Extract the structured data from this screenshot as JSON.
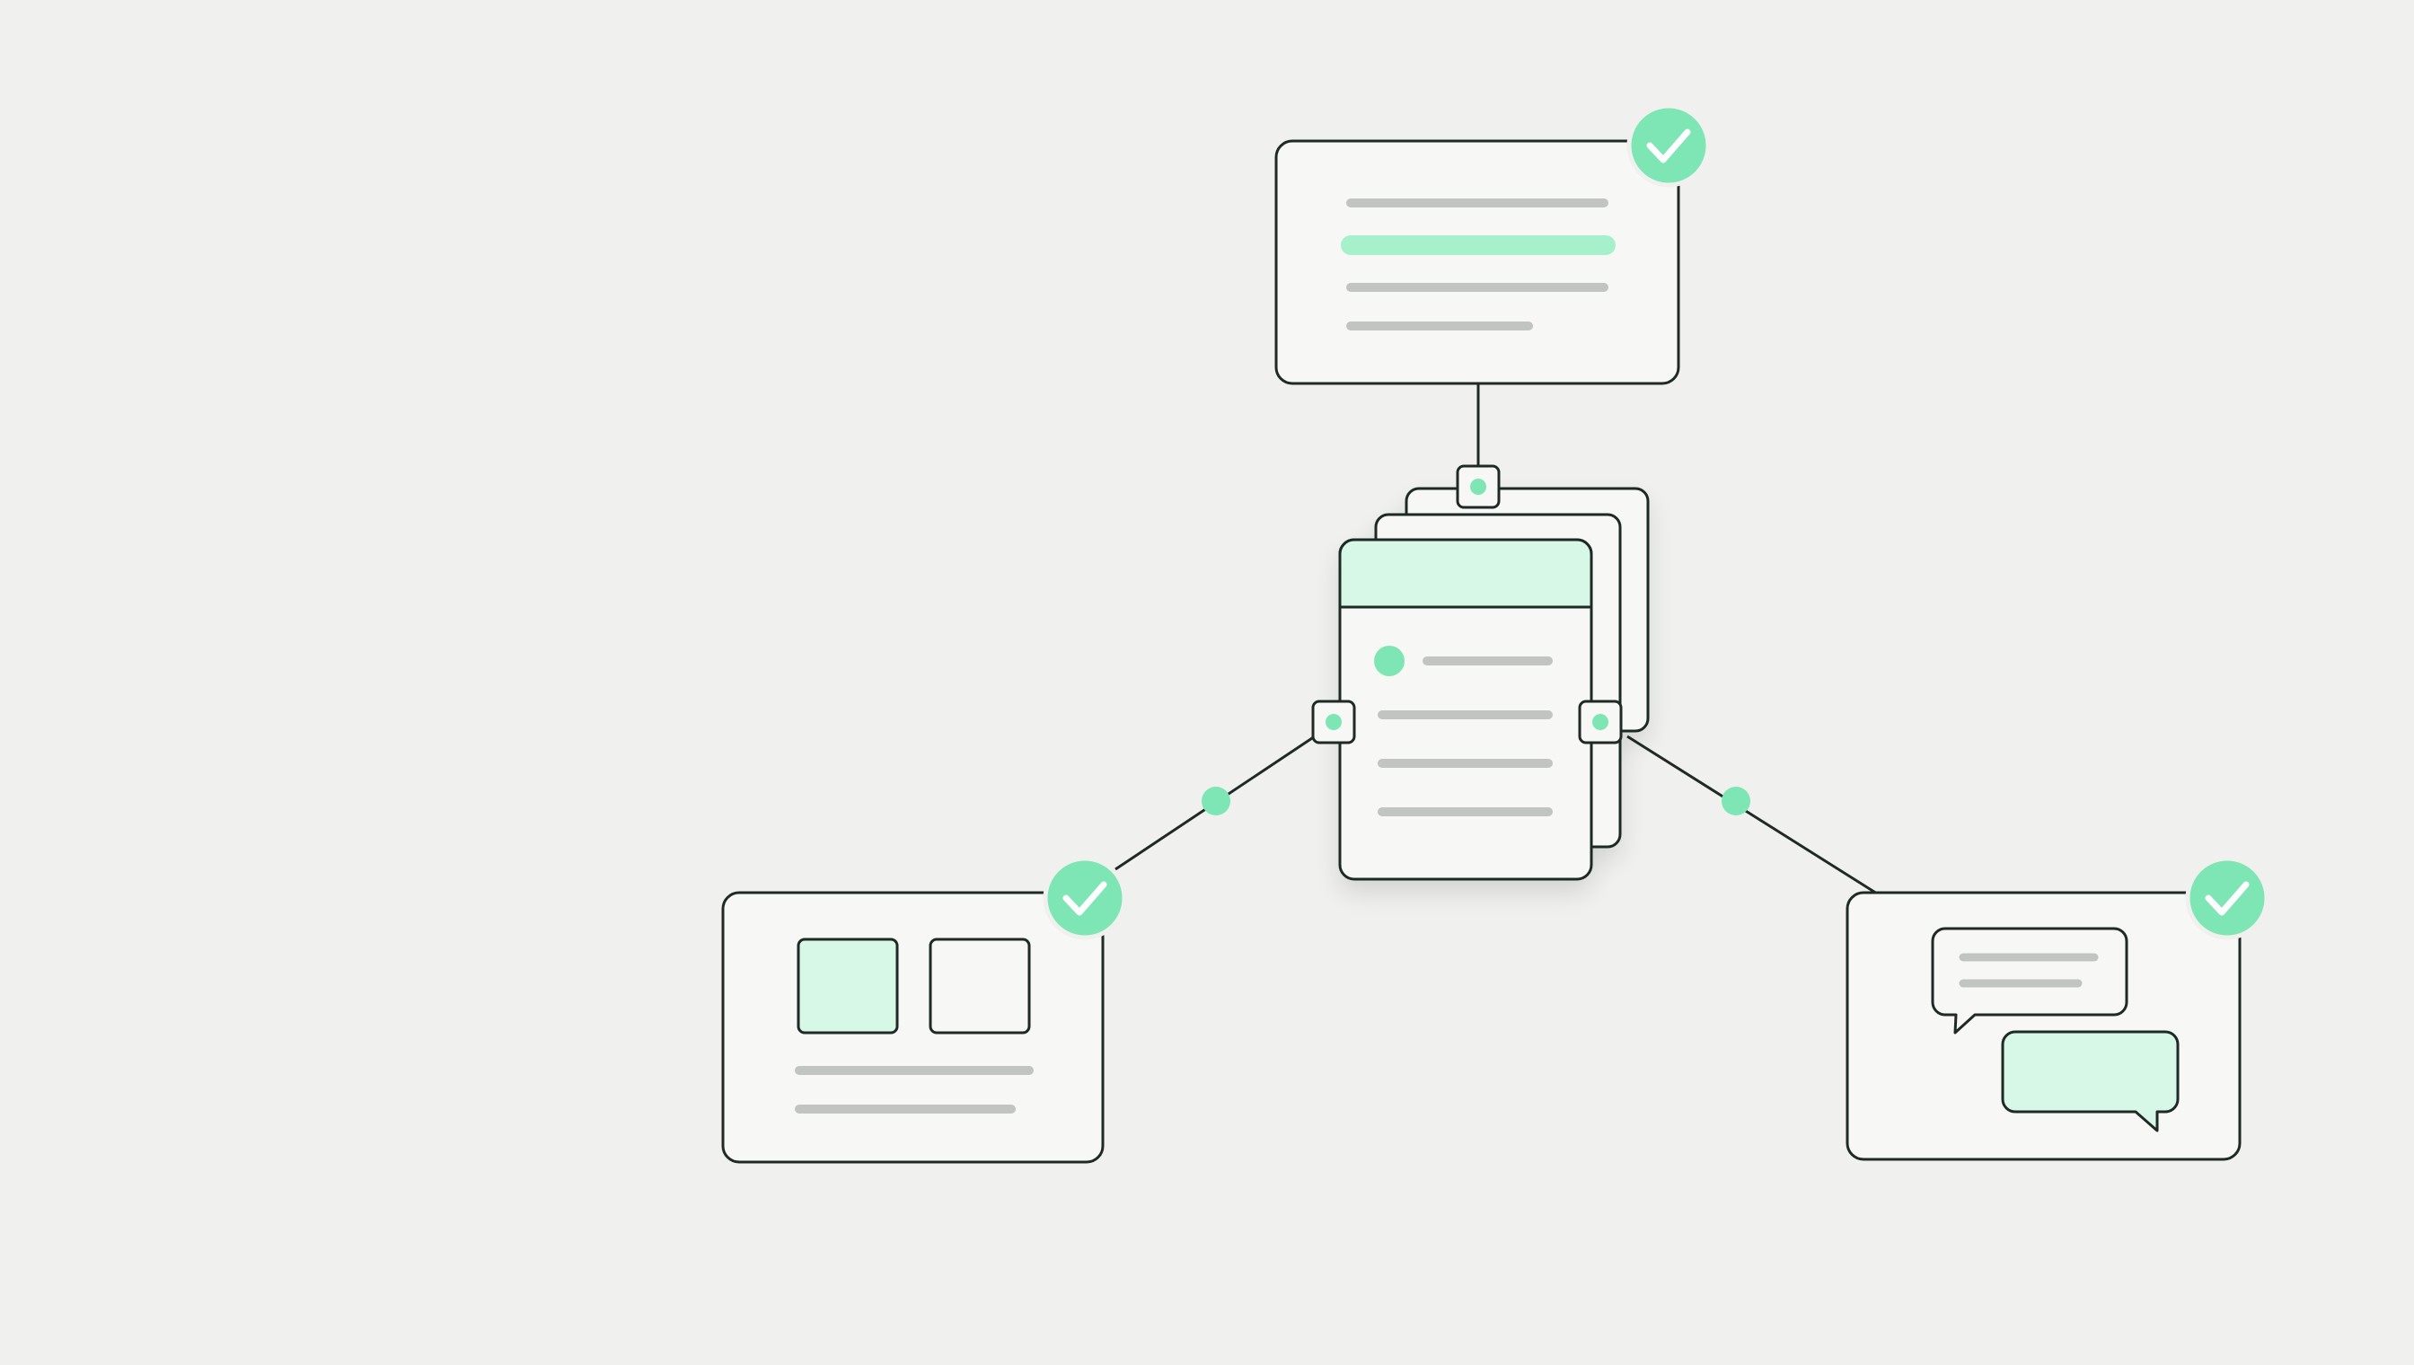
{
  "colors": {
    "background": "#f0f1ee",
    "card_fill": "#f7f7f5",
    "outline": "#1f2a26",
    "accent": "#7ee6b4",
    "accent_light": "#d7f8e7",
    "accent_bar": "#a6f1cc",
    "placeholder_line": "#c2c4c1",
    "check_mark": "#ffffff"
  },
  "diagram": {
    "type": "hub-and-spoke workflow",
    "hub": {
      "name": "central-document-stack",
      "layers": 3,
      "text_rows": 4,
      "header_band": true
    },
    "nodes": [
      {
        "name": "top-text-card",
        "status": "complete",
        "icon": "check-icon",
        "text_rows": 4,
        "highlighted_row": 2
      },
      {
        "name": "left-media-card",
        "status": "complete",
        "icon": "check-icon",
        "thumbnails": 2,
        "text_rows": 2
      },
      {
        "name": "right-chat-card",
        "status": "complete",
        "icon": "check-icon",
        "chat_bubbles": 2
      }
    ],
    "connectors": [
      {
        "from": "central-document-stack",
        "to": "top-text-card",
        "ports": 1
      },
      {
        "from": "central-document-stack",
        "to": "left-media-card",
        "ports": 1,
        "midpoint_dot": true
      },
      {
        "from": "central-document-stack",
        "to": "right-chat-card",
        "ports": 1,
        "midpoint_dot": true
      }
    ]
  }
}
